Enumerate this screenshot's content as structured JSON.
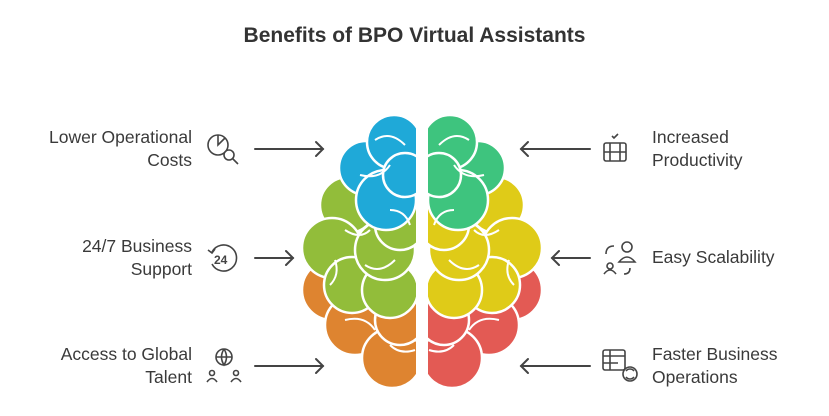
{
  "title": "Benefits of BPO Virtual Assistants",
  "benefits": {
    "lower_costs": {
      "line1": "Lower Operational",
      "line2": "Costs",
      "icon": "cost-analysis-icon"
    },
    "support": {
      "line1": "24/7 Business",
      "line2": "Support",
      "icon": "24-hour-icon"
    },
    "talent": {
      "line1": "Access to Global",
      "line2": "Talent",
      "icon": "global-people-icon"
    },
    "productivity": {
      "line1": "Increased",
      "line2": "Productivity",
      "icon": "productivity-icon"
    },
    "scalability": {
      "line1": "Easy Scalability",
      "icon": "scalability-icon"
    },
    "operations": {
      "line1": "Faster Business",
      "line2": "Operations",
      "icon": "operations-icon"
    }
  },
  "colors": {
    "blue": "#1fa9d8",
    "green": "#3ec47e",
    "lime": "#92bd3a",
    "yellow": "#dfcb18",
    "orange": "#de8430",
    "red": "#e35a54"
  }
}
